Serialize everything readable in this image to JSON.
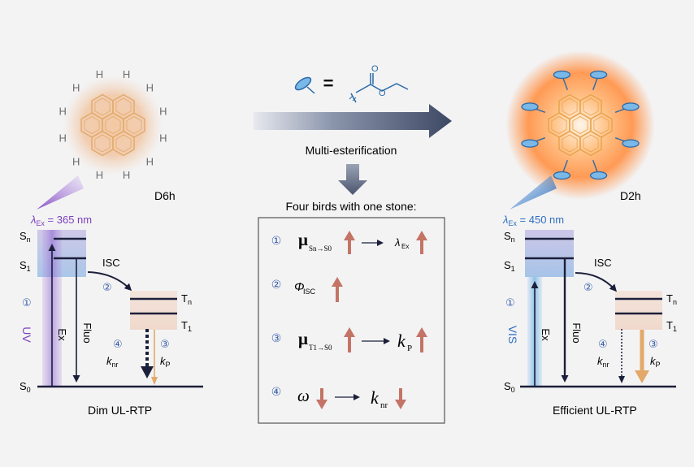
{
  "center": {
    "equals": "=",
    "arrow_label": "Multi-esterification",
    "box_title": "Four birds with one stone:",
    "items": [
      {
        "num": "①",
        "sym1_main": "μ",
        "sym1_sub": "Sn→S0",
        "sym2_main": "λ",
        "sym2_sub": "Ex"
      },
      {
        "num": "②",
        "sym1_main": "Φ",
        "sym1_sub": "ISC"
      },
      {
        "num": "③",
        "sym1_main": "μ",
        "sym1_sub": "T1→S0",
        "sym2_main": "k",
        "sym2_sub": "P"
      },
      {
        "num": "④",
        "sym1_main": "ω",
        "sym2_main": "k",
        "sym2_sub": "nr"
      }
    ]
  },
  "left": {
    "molecule_label": "D6h",
    "atom_label": "H",
    "lambda_main": "λ",
    "lambda_sub": "Ex",
    "lambda_value": " = 365 nm",
    "excitation_label": "UV",
    "caption": "Dim UL-RTP"
  },
  "right": {
    "molecule_label": "D2h",
    "lambda_main": "λ",
    "lambda_sub": "Ex",
    "lambda_value": " = 450 nm",
    "excitation_label": "VIS",
    "caption": "Efficient UL-RTP"
  },
  "jablonski": {
    "sn_main": "S",
    "sn_sub": "n",
    "s1_main": "S",
    "s1_sub": "1",
    "s0_main": "S",
    "s0_sub": "0",
    "tn_main": "T",
    "tn_sub": "n",
    "t1_main": "T",
    "t1_sub": "1",
    "isc": "ISC",
    "ex": "Ex",
    "fluo": "Fluo",
    "knr_main": "k",
    "knr_sub": "nr",
    "kp_main": "k",
    "kp_sub": "P",
    "num1": "①",
    "num2": "②",
    "num3": "③",
    "num4": "④"
  },
  "colors": {
    "uv": "#7b3fbf",
    "vis": "#2f6fc0",
    "up_arrow": "#c47466",
    "phosph_arrow": "#e3a96a",
    "circled_number": "#3a5fa8",
    "state_line": "#1c1f3a"
  }
}
